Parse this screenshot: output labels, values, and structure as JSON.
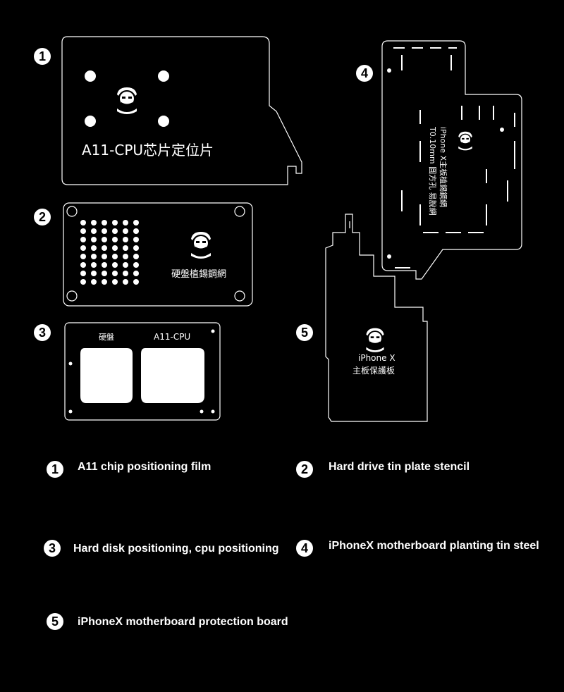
{
  "plates": {
    "p1": {
      "number": "1",
      "text": "A11-CPU芯片定位片"
    },
    "p2": {
      "number": "2",
      "text": "硬盤植錫鋼網"
    },
    "p3": {
      "number": "3",
      "label_left": "硬盤",
      "label_right": "A11-CPU"
    },
    "p4": {
      "number": "4",
      "line1": "iPhone X主板植錫鋼網",
      "line2": "T0.10mm 圓方孔 易脫網"
    },
    "p5": {
      "number": "5",
      "line1": "iPhone X",
      "line2": "主板保護板"
    }
  },
  "captions": [
    {
      "number": "1",
      "text": "A11 chip positioning film"
    },
    {
      "number": "2",
      "text": "Hard drive tin plate stencil"
    },
    {
      "number": "3",
      "text": "Hard disk positioning, cpu positioning"
    },
    {
      "number": "4",
      "text": "iPhoneX motherboard planting tin steel"
    },
    {
      "number": "5",
      "text": "iPhoneX motherboard protection board"
    }
  ]
}
